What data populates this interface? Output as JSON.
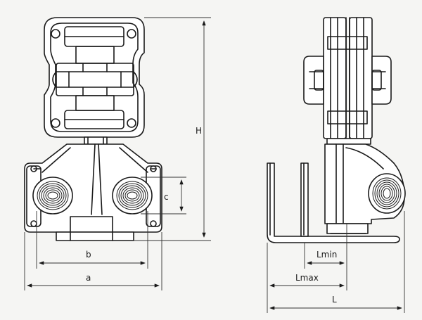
{
  "drawing": {
    "labels": {
      "a": "a",
      "b": "b",
      "c": "c",
      "H": "H",
      "lmin": "Lmin",
      "lmax": "Lmax",
      "L": "L"
    }
  }
}
